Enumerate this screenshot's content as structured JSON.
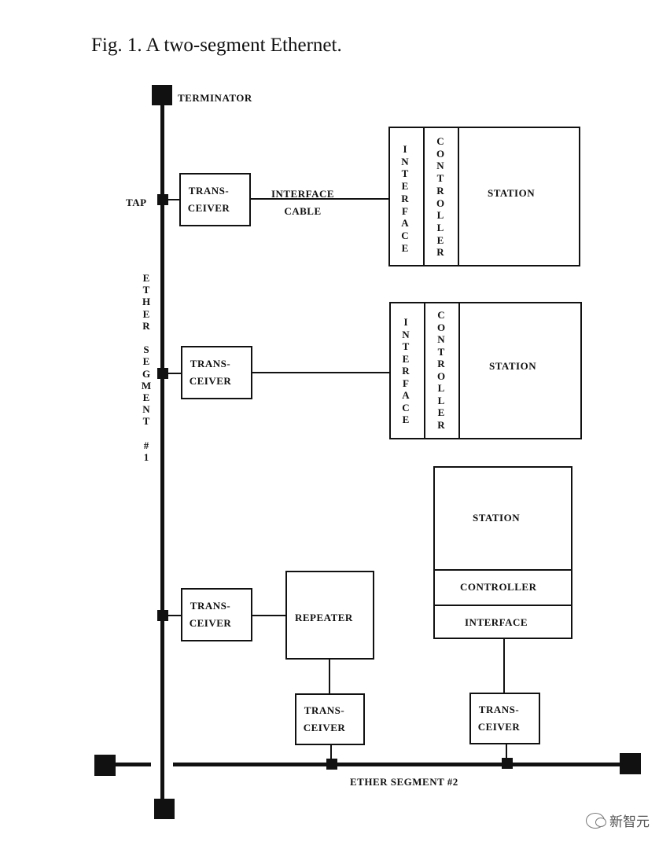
{
  "caption": "Fig. 1. A two-segment Ethernet.",
  "labels": {
    "terminator": "TERMINATOR",
    "tap": "TAP",
    "interface_cable": "INTERFACE\nCABLE",
    "ether_segment_1": "ETHER SEGMENT #1",
    "ether_segment_2": "ETHER SEGMENT #2"
  },
  "transceiver": "TRANS-\nCEIVER",
  "stations": {
    "s1": {
      "interface": "INTERFACE",
      "controller": "CONTROLLER",
      "station": "STATION"
    },
    "s2": {
      "interface": "INTERFACE",
      "controller": "CONTROLLER",
      "station": "STATION"
    },
    "s3": {
      "interface": "INTERFACE",
      "controller": "CONTROLLER",
      "station": "STATION"
    }
  },
  "repeater": "REPEATER",
  "watermark": "新智元"
}
